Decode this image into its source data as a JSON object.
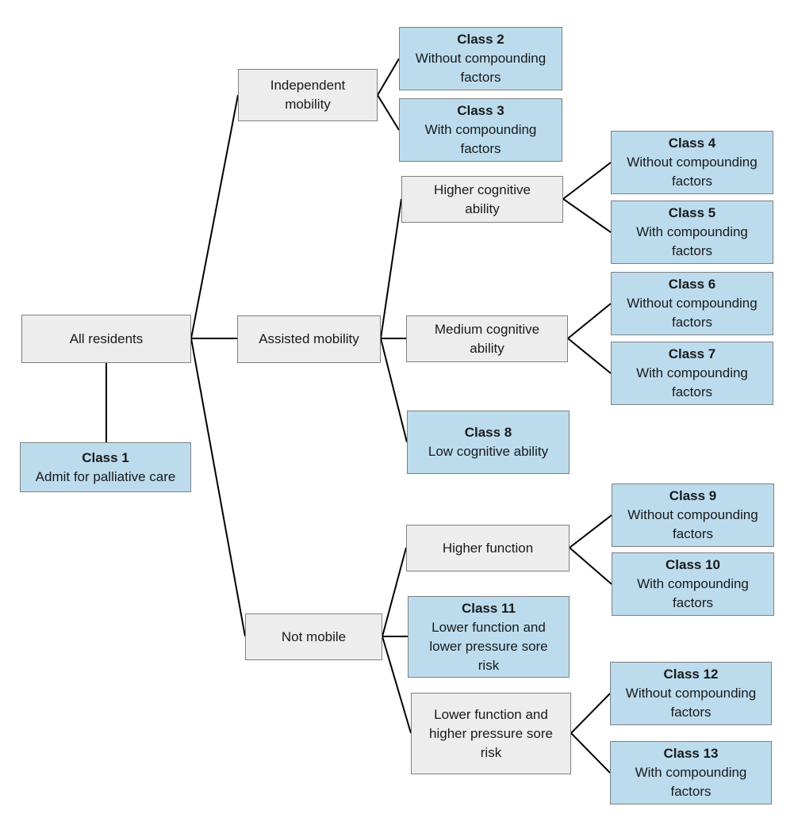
{
  "colors": {
    "category_fill": "#ededed",
    "class_fill": "#bcdcee",
    "border": "#7f7f7f",
    "connector": "#000000"
  },
  "nodes": {
    "all_residents": {
      "label": "All residents"
    },
    "independent_mobility": {
      "label": "Independent mobility"
    },
    "assisted_mobility": {
      "label": "Assisted mobility"
    },
    "not_mobile": {
      "label": "Not mobile"
    },
    "higher_cognitive": {
      "label": "Higher cognitive ability"
    },
    "medium_cognitive": {
      "label": "Medium cognitive ability"
    },
    "higher_function": {
      "label": "Higher function"
    },
    "lower_function_higher_risk": {
      "label": "Lower function and higher pressure sore risk"
    }
  },
  "classes": {
    "c1": {
      "title": "Class 1",
      "desc": "Admit for palliative care"
    },
    "c2": {
      "title": "Class 2",
      "desc": "Without compounding factors"
    },
    "c3": {
      "title": "Class 3",
      "desc": "With compounding factors"
    },
    "c4": {
      "title": "Class 4",
      "desc": "Without compounding factors"
    },
    "c5": {
      "title": "Class 5",
      "desc": "With compounding factors"
    },
    "c6": {
      "title": "Class 6",
      "desc": "Without compounding factors"
    },
    "c7": {
      "title": "Class 7",
      "desc": "With compounding factors"
    },
    "c8": {
      "title": "Class 8",
      "desc": "Low cognitive ability"
    },
    "c9": {
      "title": "Class 9",
      "desc": "Without compounding factors"
    },
    "c10": {
      "title": "Class 10",
      "desc": "With compounding factors"
    },
    "c11": {
      "title": "Class 11",
      "desc": "Lower function and lower pressure sore risk"
    },
    "c12": {
      "title": "Class 12",
      "desc": "Without compounding factors"
    },
    "c13": {
      "title": "Class 13",
      "desc": "With compounding factors"
    }
  }
}
